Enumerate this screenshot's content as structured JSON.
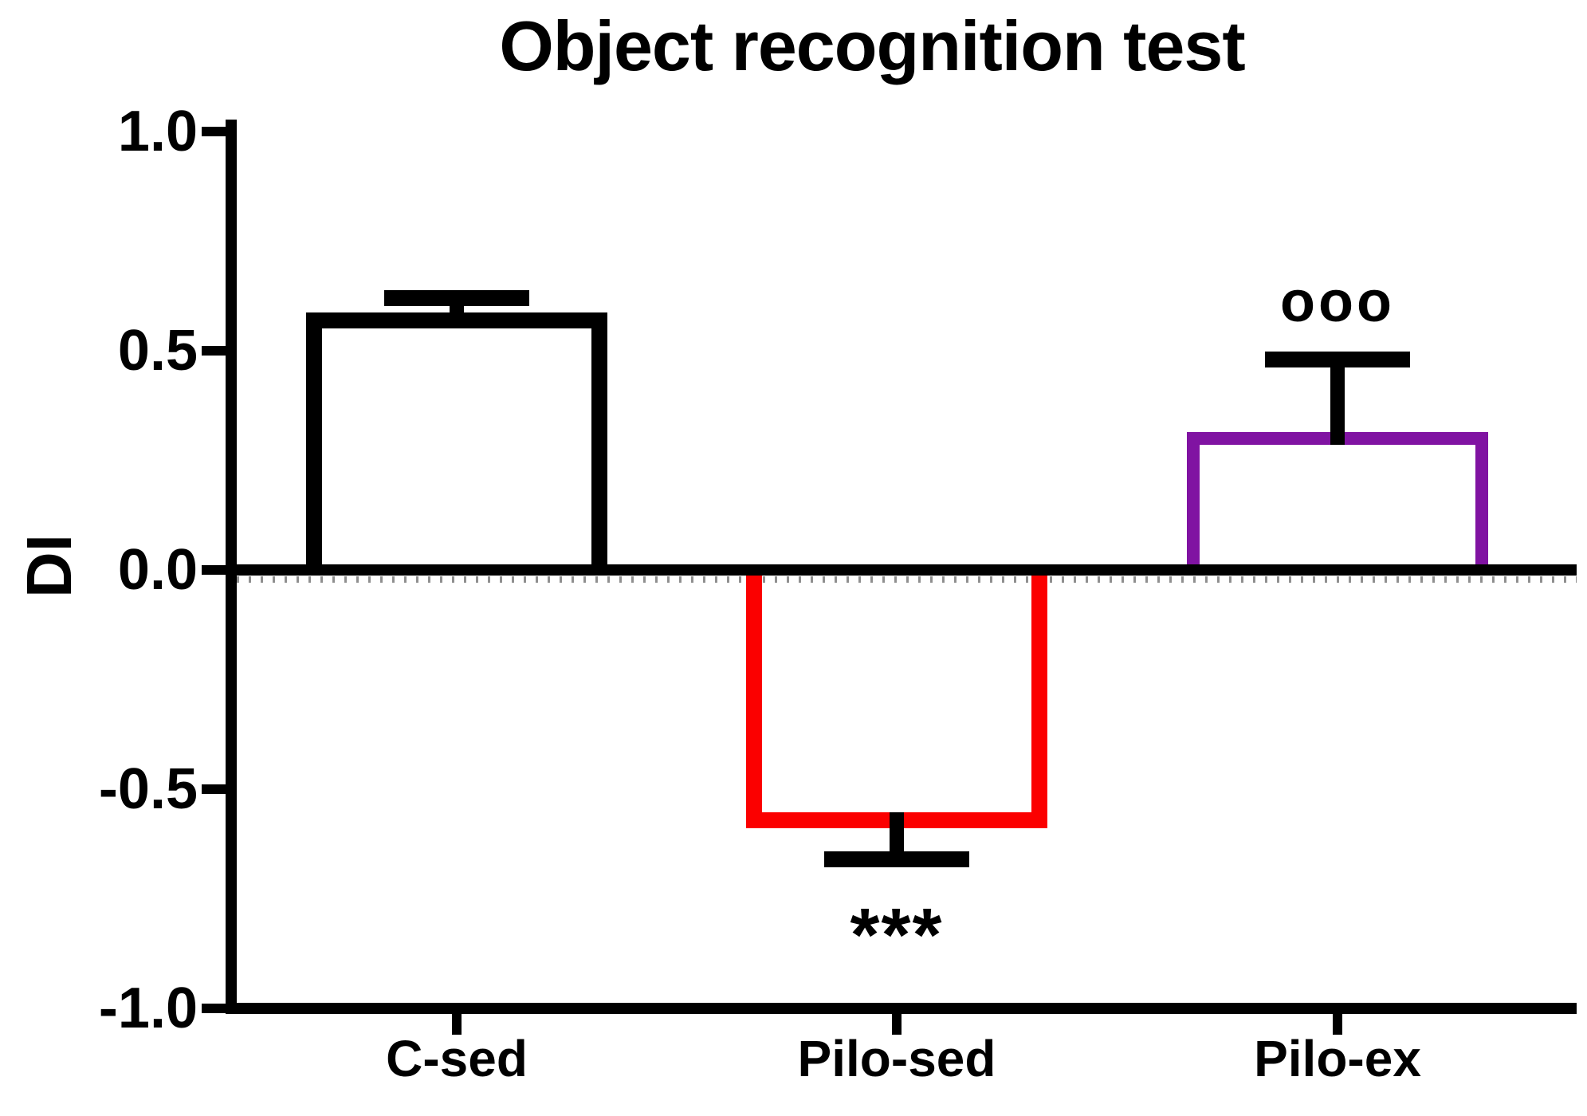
{
  "chart_data": {
    "type": "bar",
    "title": "Object recognition test",
    "ylabel": "DI",
    "xlabel": "",
    "ylim": [
      -1.0,
      1.0
    ],
    "grid": false,
    "legend": null,
    "baseline": 0.0,
    "categories": [
      "C-sed",
      "Pilo-sed",
      "Pilo-ex"
    ],
    "values": [
      0.57,
      -0.57,
      0.3
    ],
    "errors_sem": [
      0.05,
      0.09,
      0.18
    ],
    "error_direction": [
      "up",
      "down",
      "up"
    ],
    "bar_fill": "white",
    "bar_outline_colors": [
      "#000000",
      "#FB0000",
      "#8013A2"
    ],
    "error_bar_color": "#000000",
    "y_ticks": [
      {
        "label": "1.0",
        "value": 1.0
      },
      {
        "label": "0.5",
        "value": 0.5
      },
      {
        "label": "0.0",
        "value": 0.0
      },
      {
        "label": "-0.5",
        "value": -0.5
      },
      {
        "label": "-1.0",
        "value": -1.0
      }
    ],
    "annotations": [
      {
        "text": "***",
        "category": "Pilo-sed",
        "placement": "below-error-bar"
      },
      {
        "text": "ooo",
        "category": "Pilo-ex",
        "placement": "above-error-bar"
      }
    ]
  }
}
